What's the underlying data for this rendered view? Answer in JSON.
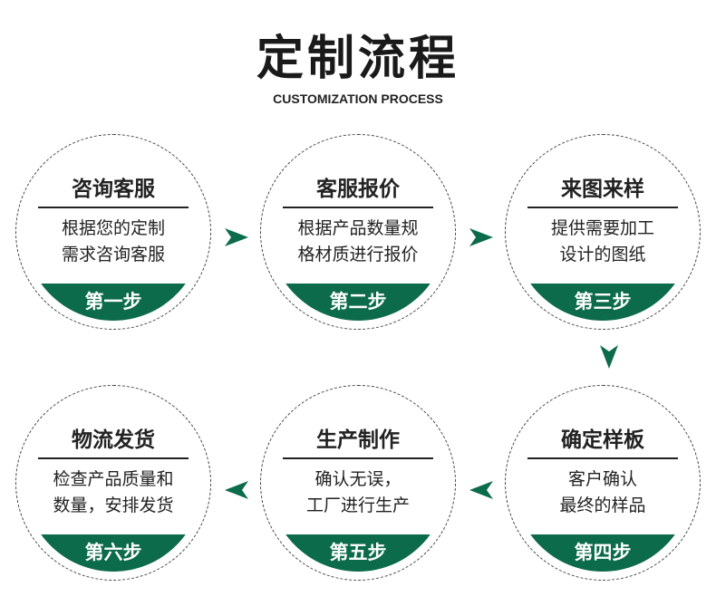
{
  "header": {
    "title": "定制流程",
    "subtitle": "CUSTOMIZATION PROCESS"
  },
  "accent_color": "#0b6b4b",
  "steps": [
    {
      "title": "咨询客服",
      "line1": "根据您的定制",
      "line2": "需求咨询客服",
      "label": "第一步"
    },
    {
      "title": "客服报价",
      "line1": "根据产品数量规",
      "line2": "格材质进行报价",
      "label": "第二步"
    },
    {
      "title": "来图来样",
      "line1": "提供需要加工",
      "line2": "设计的图纸",
      "label": "第三步"
    },
    {
      "title": "确定样板",
      "line1": "客户确认",
      "line2": "最终的样品",
      "label": "第四步"
    },
    {
      "title": "生产制作",
      "line1": "确认无误，",
      "line2": "工厂进行生产",
      "label": "第五步"
    },
    {
      "title": "物流发货",
      "line1": "检查产品质量和",
      "line2": "数量，安排发货",
      "label": "第六步"
    }
  ]
}
